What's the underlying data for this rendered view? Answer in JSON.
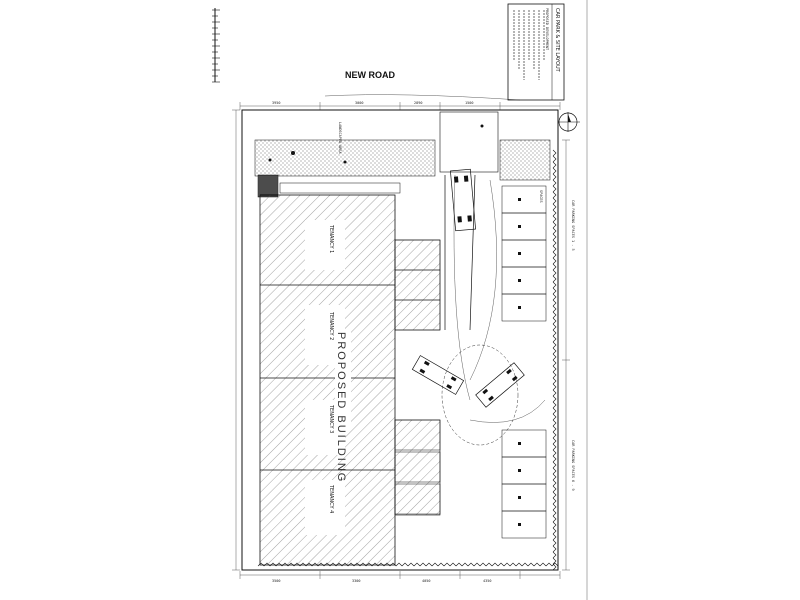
{
  "road": {
    "label": "NEW ROAD"
  },
  "title_block": {
    "heading": "CAR PARK & SITE LAYOUT",
    "subheading": "PROPOSED DEVELOPMENT"
  },
  "building": {
    "label": "PROPOSED BUILDING",
    "tenancy_labels": [
      "TENANCY 1",
      "TENANCY 2",
      "TENANCY 3",
      "TENANCY 4"
    ]
  },
  "parking": {
    "bay_label": "SPACES",
    "rows": [
      "CAR PARKING SPACES 1 - 5",
      "CAR PARKING SPACES 6 - 9"
    ]
  },
  "landscape": {
    "label": "LANDSCAPED AREA"
  },
  "dims": {
    "top": [
      "3950",
      "3000",
      "2890",
      "1500"
    ],
    "bottom": [
      "3500",
      "3300",
      "4050",
      "4350"
    ]
  },
  "colors": {
    "line": "#111111",
    "hatch": "#666666",
    "stipple": "#555555"
  }
}
